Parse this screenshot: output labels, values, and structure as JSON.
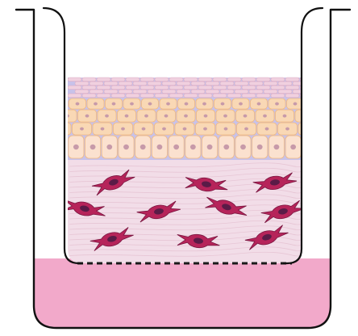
{
  "colors": {
    "outline": "#111111",
    "medium": "#f2a9ca",
    "matrix": "#f2dde8",
    "fibroblast": "#b6245a",
    "fibroblast_nucleus": "#5a1b47",
    "basal_cell": "#fbe1cf",
    "basal_nucleus": "#c79aa9",
    "spinous_cell": "#f9d8b5",
    "interstitial": "#c8c2ea",
    "cornified_layer": "#f0d0df",
    "membrane_dash": "#1a1a1a"
  },
  "layers": {
    "stratum_corneum_rows": 5,
    "spinous_rows": 2,
    "basal_cell_count": 14,
    "fibroblast_count": 10
  },
  "icons": {
    "insert": "transwell-insert-icon",
    "well": "culture-well-icon",
    "membrane": "porous-membrane-icon",
    "fibroblast": "fibroblast-cell-icon",
    "keratinocyte": "keratinocyte-cell-icon"
  }
}
